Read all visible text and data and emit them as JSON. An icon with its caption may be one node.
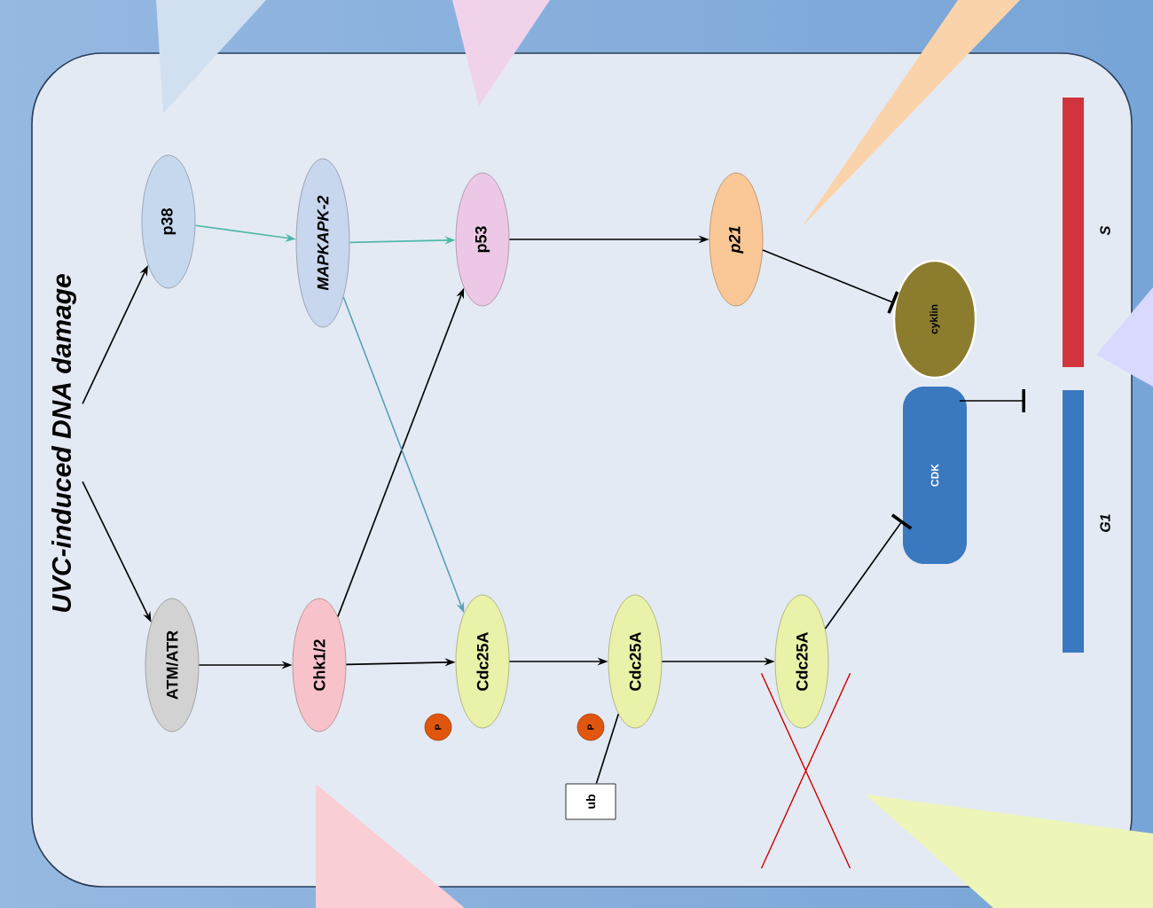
{
  "diagram": {
    "nodes": [
      {
        "text": [
          "UVC-induced DNA damage"
        ]
      },
      {
        "text": [
          "ATM/ATR"
        ]
      },
      {
        "text": [
          "p38"
        ]
      },
      {
        "text": [
          "Chk1/2"
        ]
      },
      {
        "text": [
          "MAPKAPK-2"
        ]
      },
      {
        "text": [
          "p53"
        ]
      },
      {
        "text": [
          "Cdc25A"
        ]
      },
      {
        "text": [
          "P"
        ]
      },
      {
        "text": [
          "Cdc25A"
        ]
      },
      {
        "text": [
          "P"
        ]
      },
      {
        "text": [
          "ub"
        ]
      },
      {
        "text": [
          "Cdc25A"
        ]
      },
      {
        "text": [
          "p21"
        ]
      },
      {
        "text": [
          "cyklin"
        ]
      },
      {
        "text": [
          "CDK"
        ]
      },
      {
        "text": [
          "S"
        ]
      },
      {
        "text": [
          "G1"
        ]
      },
      {
        "text": [],
        "shape": "wedge"
      },
      {
        "text": [],
        "shape": "wedge"
      },
      {
        "text": [],
        "shape": "wedge"
      },
      {
        "text": [],
        "shape": "wedge"
      },
      {
        "text": [],
        "shape": "wedge"
      },
      {
        "text": [],
        "shape": "wedge"
      }
    ],
    "edges": [
      {
        "from": 0,
        "to": 1,
        "arrow": "to"
      },
      {
        "from": 0,
        "to": 2,
        "arrow": "to"
      },
      {
        "from": 1,
        "to": 3,
        "arrow": "to"
      },
      {
        "from": 2,
        "to": 4,
        "arrow": "to",
        "color": "#4fb8a8"
      },
      {
        "from": 3,
        "to": 5,
        "arrow": "to"
      },
      {
        "from": 3,
        "to": 6,
        "arrow": "to"
      },
      {
        "from": 4,
        "to": 5,
        "arrow": "to",
        "color": "#4fb8a8"
      },
      {
        "from": 4,
        "to": 6,
        "arrow": "to",
        "color": "#5aa0b8"
      },
      {
        "from": 6,
        "to": 8,
        "arrow": "to"
      },
      {
        "from": 8,
        "to": 11,
        "arrow": "to"
      },
      {
        "from": 10,
        "to": 8,
        "arrow": "none"
      },
      {
        "from": 5,
        "to": 12,
        "arrow": "to"
      },
      {
        "from": 12,
        "to": 13,
        "arrow": "other"
      },
      {
        "from": 11,
        "to": 14,
        "arrow": "other"
      },
      {
        "from": 14,
        "to": null,
        "arrow": "other"
      }
    ]
  }
}
